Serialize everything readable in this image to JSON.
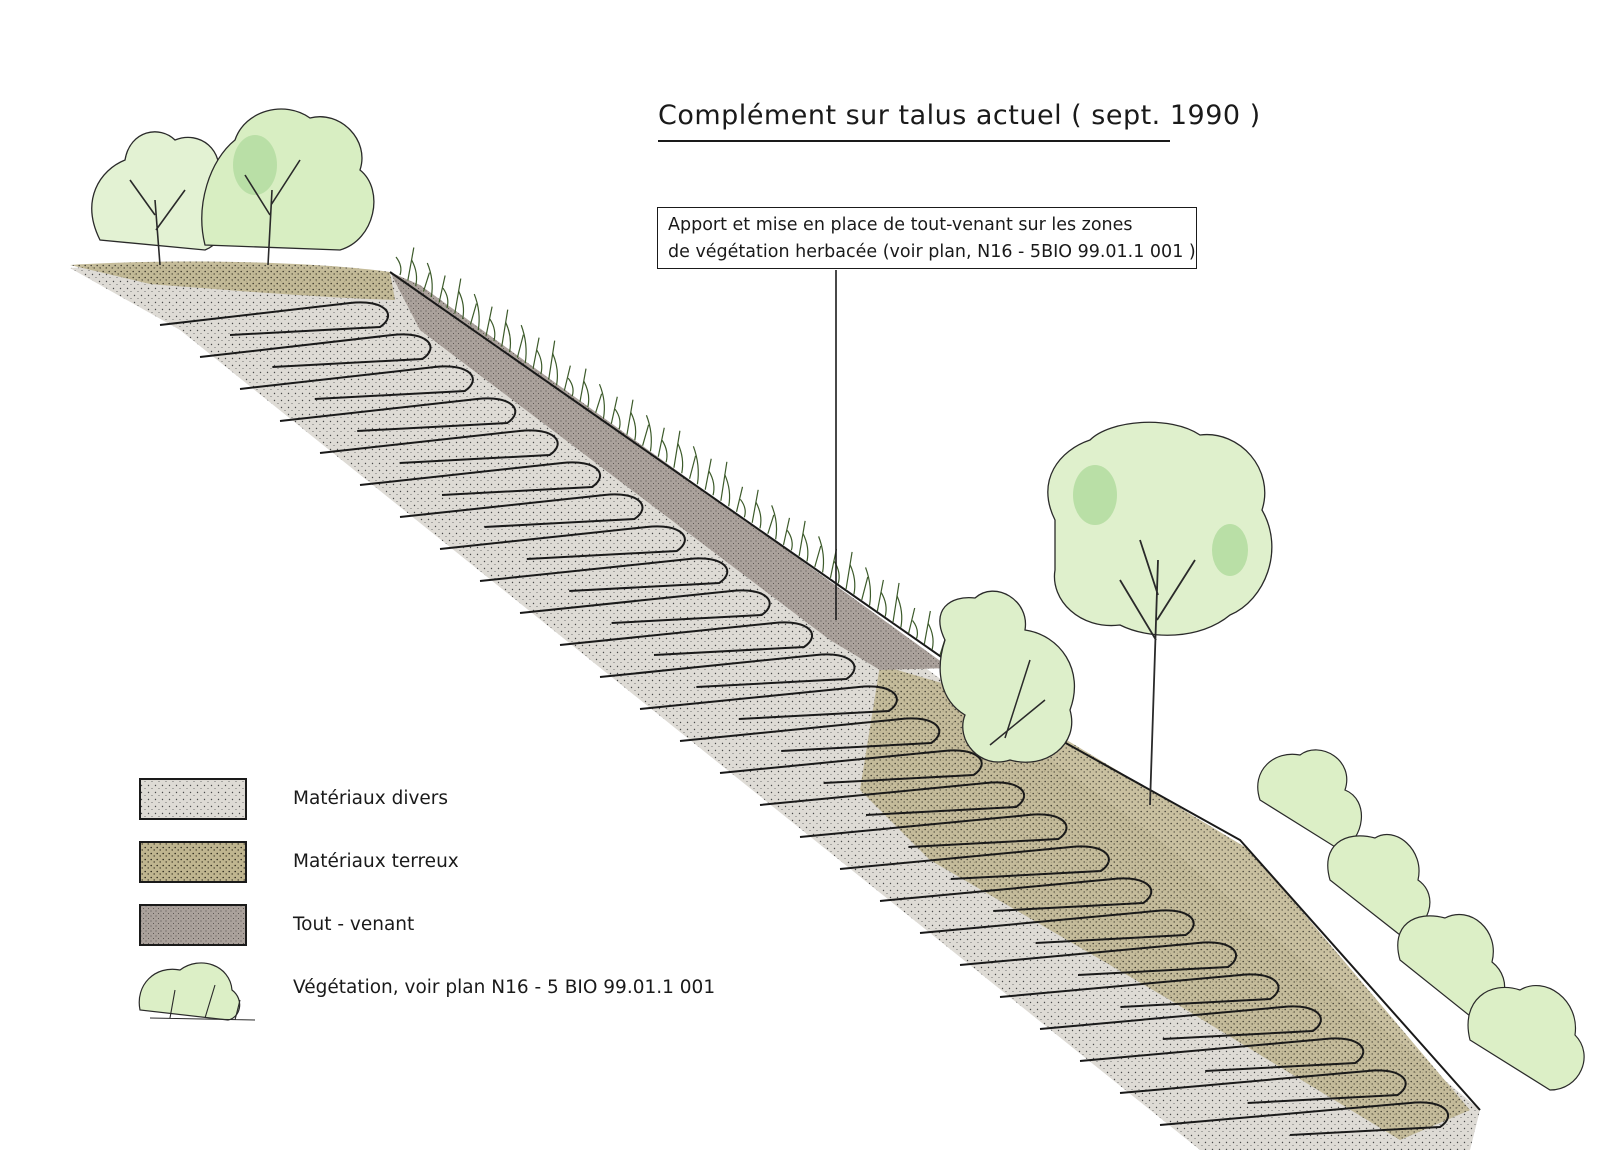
{
  "title": "Complément sur talus actuel  ( sept. 1990 )",
  "callout": {
    "line1": "Apport et mise en place de tout-venant sur les zones",
    "line2": "de végétation herbacée   (voir plan,  N16 - 5BIO 99.01.1 001 )"
  },
  "legend": {
    "items": [
      {
        "label": "Matériaux divers",
        "color": "#d9d6cf"
      },
      {
        "label": "Matériaux terreux",
        "color": "#b9b08a"
      },
      {
        "label": "Tout - venant",
        "color": "#aca39c"
      },
      {
        "label": "Végétation, voir plan  N16 - 5 BIO 99.01.1 001",
        "color": "#cfe8b5"
      }
    ]
  },
  "colors": {
    "divers": "#dcd9d3",
    "terreux": "#bdb38d",
    "tout_venant": "#a9a09a",
    "vegetation_light": "#dcefc6",
    "vegetation_mid": "#b9dfa6",
    "ink": "#1a1a1a"
  }
}
